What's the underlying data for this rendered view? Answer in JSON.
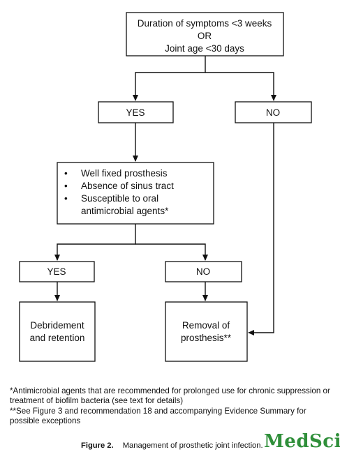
{
  "diagram": {
    "start": {
      "lines": [
        "Duration of symptoms <3 weeks",
        "OR",
        "Joint age <30 days"
      ]
    },
    "yes1": "YES",
    "no1": "NO",
    "criteria": {
      "bullet": "•",
      "items": [
        "Well fixed prosthesis",
        "Absence of sinus tract",
        "Susceptible to oral",
        "antimicrobial agents*"
      ]
    },
    "yes2": "YES",
    "no2": "NO",
    "debridement": {
      "lines": [
        "Debridement",
        "and retention"
      ]
    },
    "removal": {
      "lines": [
        "Removal of",
        "prosthesis**"
      ]
    }
  },
  "footnotes": [
    "*Antimicrobial agents that are recommended for prolonged use for chronic suppression or treatment of biofilm bacteria (see text for details)",
    "**See Figure 3  and recommendation 18 and accompanying Evidence Summary for possible exceptions"
  ],
  "caption": {
    "figure_label": "Figure 2.",
    "text": "Management of prosthetic joint infection."
  },
  "watermark": "MedSci"
}
